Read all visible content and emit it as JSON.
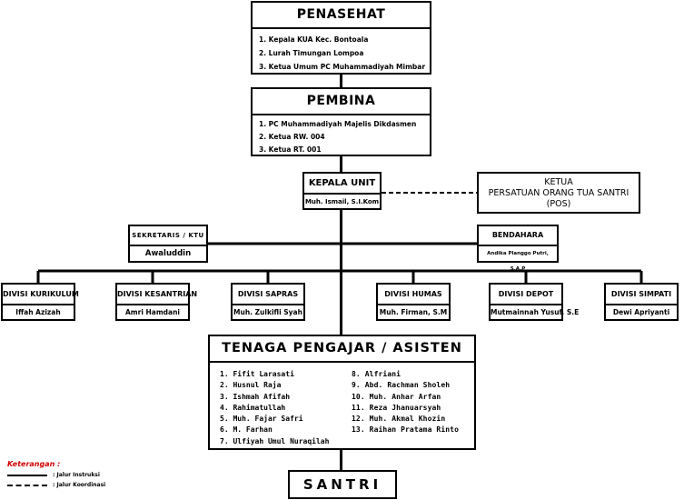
{
  "penasehat": {
    "title": "PENASEHAT",
    "items": [
      "1. Kepala KUA Kec. Bontoala",
      "2. Lurah Timungan Lompoa",
      "3. Ketua Umum PC Muhammadiyah Mimbar"
    ]
  },
  "pembina": {
    "title": "PEMBINA",
    "items": [
      "1. PC Muhammadiyah Majelis Dikdasmen",
      "2. Ketua RW. 004",
      "3. Ketua RT. 001"
    ]
  },
  "kepala_unit": {
    "title": "KEPALA UNIT",
    "name": "Muh. Ismail, S.I.Kom"
  },
  "ketua_pos": {
    "line1": "KETUA",
    "line2": "PERSATUAN ORANG TUA SANTRI",
    "line3": "(POS)"
  },
  "sekretaris": {
    "title": "SEKRETARIS / KTU",
    "name": "Awaluddin"
  },
  "bendahara": {
    "title": "BENDAHARA",
    "name": "Andika Planggo Putri, S.A.P"
  },
  "divisi": [
    {
      "title": "DIVISI KURIKULUM",
      "name": "Iffah Azizah"
    },
    {
      "title": "DIVISI KESANTRIAN",
      "name": "Amri Hamdani"
    },
    {
      "title": "DIVISI SAPRAS",
      "name": "Muh. Zulkifli Syah"
    },
    {
      "title": "DIVISI HUMAS",
      "name": "Muh. Firman, S.M"
    },
    {
      "title": "DIVISI DEPOT",
      "name": "Mutmainnah Yusuf, S.E"
    },
    {
      "title": "DIVISI SIMPATI",
      "name": "Dewi Apriyanti"
    }
  ],
  "pengajar": {
    "title": "TENAGA PENGAJAR / ASISTEN",
    "col1": [
      "1. Fifit Larasati",
      "2. Husnul Raja",
      "3. Ishmah Afifah",
      "4. Rahimatullah",
      "5. Muh. Fajar Safri",
      "6. M. Farhan",
      "7. Ulfiyah Umul Nuraqilah"
    ],
    "col2": [
      "8. Alfriani",
      "9. Abd. Rachman Sholeh",
      "10. Muh. Anhar Arfan",
      "11. Reza Jhanuarsyah",
      "12. Muh. Akmal Khozin",
      "13. Raihan Pratama Rinto"
    ]
  },
  "santri": {
    "title": "SANTRI"
  },
  "legend": {
    "title": "Keterangan :",
    "instruksi": ": Jalur Instruksi",
    "koordinasi": ": Jalur Koordinasi",
    "title_color": "#d10000"
  }
}
